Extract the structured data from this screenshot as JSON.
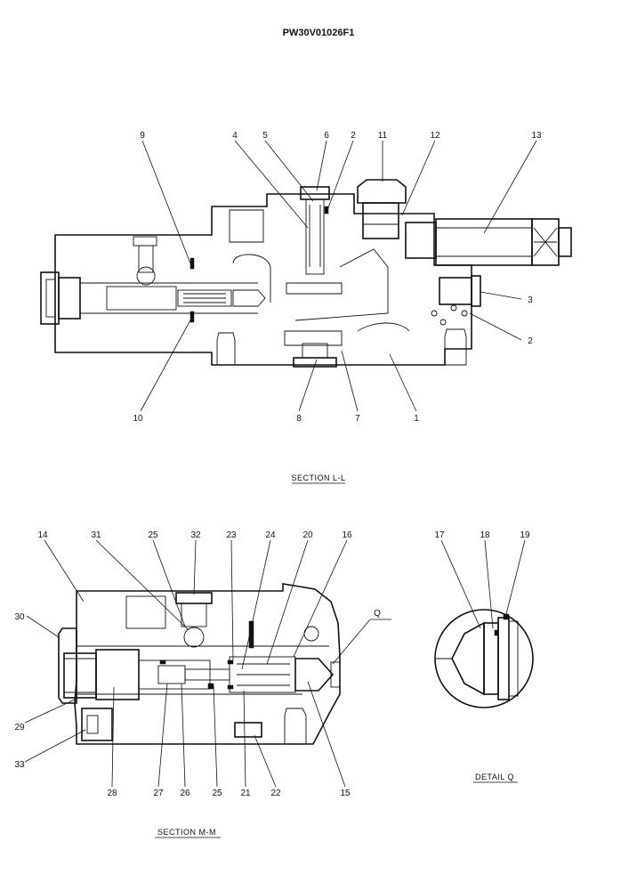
{
  "drawing_id": "PW30V01026F1",
  "views": {
    "section_ll": {
      "caption": "SECTION  L-L",
      "part_labels": [
        "9",
        "4",
        "5",
        "6",
        "2",
        "11",
        "12",
        "13",
        "3",
        "2",
        "1",
        "7",
        "8",
        "10"
      ]
    },
    "section_mm": {
      "caption": "SECTION  M-M",
      "part_labels": [
        "14",
        "31",
        "25",
        "32",
        "23",
        "24",
        "20",
        "16",
        "Q",
        "30",
        "29",
        "33",
        "28",
        "27",
        "26",
        "25",
        "21",
        "22",
        "15"
      ]
    },
    "detail_q": {
      "caption": "DETAIL  Q",
      "part_labels": [
        "17",
        "18",
        "19"
      ]
    }
  }
}
